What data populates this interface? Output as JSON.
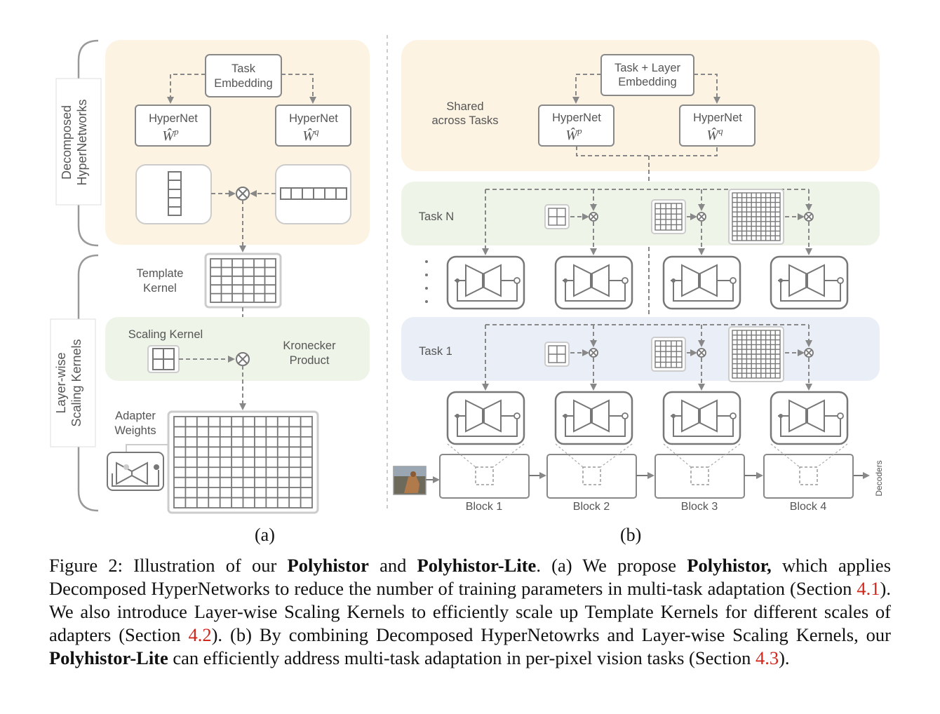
{
  "panel_a": {
    "label": "(a)",
    "side_top": "Decomposed HyperNetworks",
    "side_bottom": "Layer-wise Scaling Kernels",
    "task_embedding": [
      "Task",
      "Embedding"
    ],
    "hypernet_p": {
      "name": "HyperNet",
      "symbol": "Ŵ",
      "sup": "p"
    },
    "hypernet_q": {
      "name": "HyperNet",
      "symbol": "Ŵ",
      "sup": "q"
    },
    "template_kernel": [
      "Template",
      "Kernel"
    ],
    "scaling_kernel": "Scaling Kernel",
    "kronecker": [
      "Kronecker",
      "Product"
    ],
    "adapter_weights": [
      "Adapter",
      "Weights"
    ]
  },
  "panel_b": {
    "label": "(b)",
    "task_layer_embedding": [
      "Task + Layer",
      "Embedding"
    ],
    "shared": [
      "Shared",
      "across Tasks"
    ],
    "hypernet_p": {
      "name": "HyperNet",
      "symbol": "Ŵ",
      "sup": "p"
    },
    "hypernet_q": {
      "name": "HyperNet",
      "symbol": "Ŵ",
      "sup": "q"
    },
    "task_n": "Task  N",
    "task_1": "Task  1",
    "blocks": [
      "Block 1",
      "Block 2",
      "Block 3",
      "Block 4"
    ],
    "decoders": "Decoders"
  },
  "caption": {
    "prefix": "Figure 2: Illustration of our ",
    "b1": "Polyhistor",
    "t1": " and ",
    "b2": "Polyhistor-Lite",
    "t2": ".  (a) We propose ",
    "b3": "Polyhistor,",
    "t3": " which applies Decomposed HyperNetworks to reduce the number of training parameters in multi-task adaptation (Section ",
    "r1": "4.1",
    "t4": ").  We also introduce Layer-wise Scaling Kernels to efficiently scale up Template Kernels for different scales of adapters (Section ",
    "r2": "4.2",
    "t5": ").  (b) By combining Decomposed HyperNetowrks and Layer-wise Scaling Kernels, our ",
    "b4": "Polyhistor-Lite",
    "t6": " can efficiently address multi-task adaptation in per-pixel vision tasks (Section ",
    "r3": "4.3",
    "t7": ")."
  },
  "colors": {
    "panel_yellow": "#fcf3e3",
    "panel_green": "#eef5e8",
    "panel_blue": "#e9eef7",
    "stroke": "#8a8a8a",
    "reference_red": "#d0281d"
  }
}
